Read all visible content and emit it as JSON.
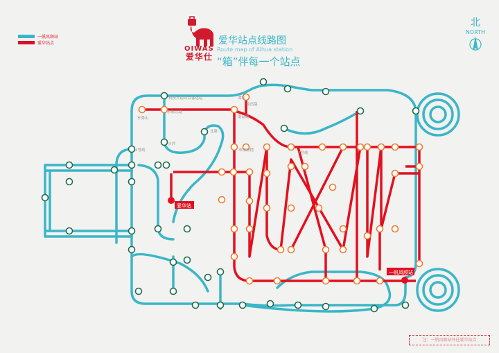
{
  "legend": {
    "items": [
      {
        "label": "一帆风顺站",
        "color": "#3ab6c8"
      },
      {
        "label": "爱华站点",
        "color": "#d9102a"
      }
    ]
  },
  "logo": {
    "brand_en": "OIWAS",
    "brand_cn": "爱华仕"
  },
  "header": {
    "title": "爱华站点线路图",
    "subtitle": "Route map of Aihua station",
    "slogan": "“箱”伴每一个站点"
  },
  "compass": {
    "cn": "北",
    "en": "NORTH"
  },
  "highlight_stations": {
    "aihua": "爱华站",
    "yifan": "一帆风顺站"
  },
  "station_labels": [
    "东秀山",
    "东晓北路",
    "科技大道四百客运站",
    "潭村",
    "鲁迅路",
    "南延路",
    "北泉",
    "沙井",
    "4号线",
    "市博物馆",
    "7号线"
  ],
  "note": "注：一帆风顺站开往爱华站点",
  "colors": {
    "cyan": "#3ab6c8",
    "red": "#e3101f",
    "orange": "#f07a30",
    "green": "#1e6b4e"
  }
}
